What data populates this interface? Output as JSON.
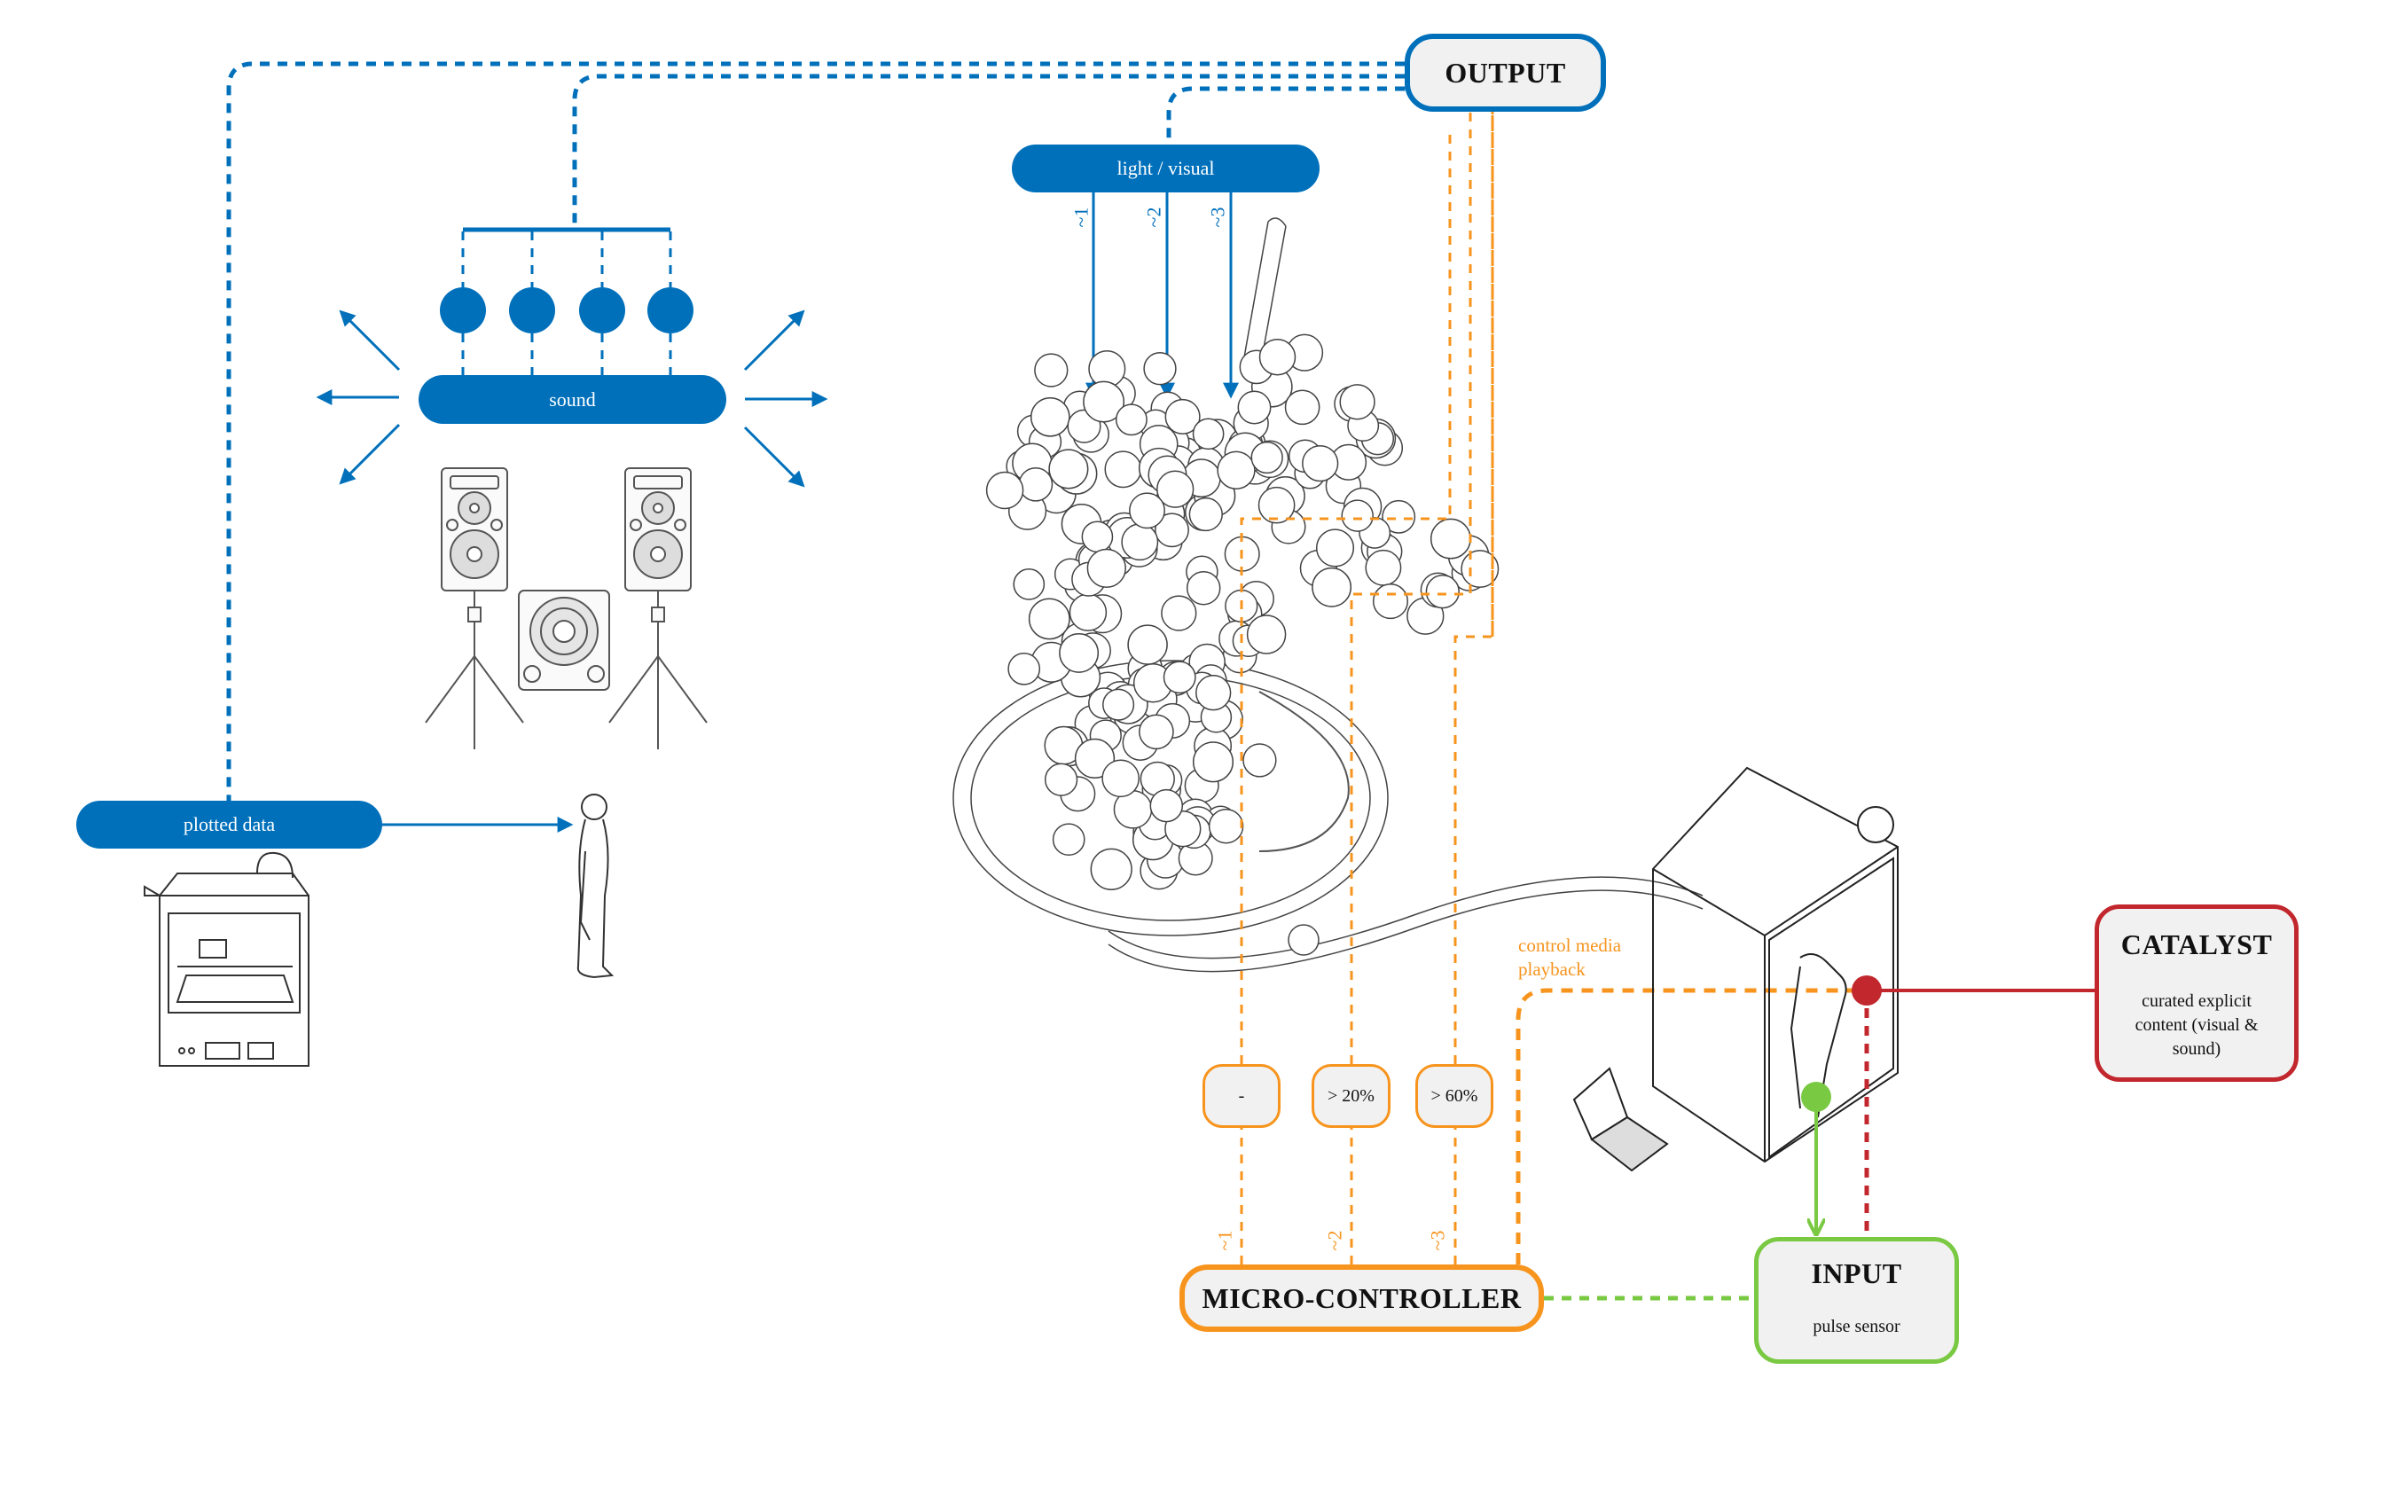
{
  "colors": {
    "output_blue": "#0070BB",
    "controller_orange": "#F7941D",
    "input_green": "#7AC943",
    "catalyst_red": "#C1272D",
    "box_fill": "#F1F1F1",
    "line_art": "#3a3a3a"
  },
  "nodes": {
    "output": {
      "title": "OUTPUT"
    },
    "micro_controller": {
      "title": "MICRO-CONTROLLER"
    },
    "input": {
      "title": "INPUT",
      "subtitle": "pulse sensor"
    },
    "catalyst": {
      "title": "CATALYST",
      "subtitle": "curated explicit content (visual & sound)"
    }
  },
  "output_channels": {
    "light": {
      "label": "light / visual",
      "channels": [
        "~1",
        "~2",
        "~3"
      ]
    },
    "sound": {
      "label": "sound",
      "speaker_count": 4
    },
    "plotted": {
      "label": "plotted data"
    }
  },
  "thresholds": [
    {
      "label": "-",
      "channel": "~1"
    },
    {
      "label": "> 20%",
      "channel": "~2"
    },
    {
      "label": "> 60%",
      "channel": "~3"
    }
  ],
  "annotations": {
    "control_media": "control media playback"
  },
  "illustrations": {
    "sound_system": "speakers-and-subwoofer",
    "printer": "3d-printer",
    "figure": "standing-human-figure",
    "sculpture": "sphere-cluster-installation",
    "booth": "isolation-booth",
    "laptop": "laptop"
  }
}
